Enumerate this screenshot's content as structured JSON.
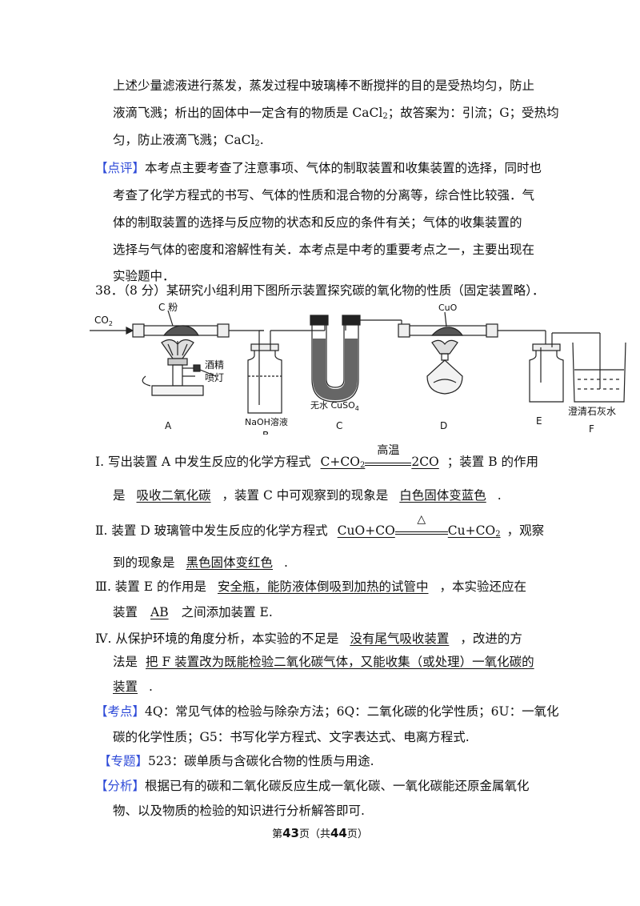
{
  "prev": {
    "l1": "上述少量滤液进行蒸发，蒸发过程中玻璃棒不断搅拌的目的是受热均匀，防止",
    "l2": "液滴飞溅；析出的固体中一定含有的物质是 CaCl",
    "l2s": "2",
    "l2b": "；故答案为：引流；G；受热均",
    "l3": "匀，防止液滴飞溅；CaCl",
    "l3s": "2",
    "l3b": "."
  },
  "comment": {
    "tag": "【点评】",
    "l1": "本考点主要考查了注意事项、气体的制取装置和收集装置的选择，同时也",
    "l2": "考查了化学方程式的书写、气体的性质和混合物的分离等，综合性比较强．气",
    "l3": "体的制取装置的选择与反应物的状态和反应的条件有关；气体的收集装置的",
    "l4": "选择与气体的密度和溶解性有关．本考点是中考的重要考点之一，主要出现在",
    "l5": "实验题中．"
  },
  "question": {
    "stem": "38．（8 分）某研究小组利用下图所示装置探究碳的氧化物的性质（固定装置略）．"
  },
  "diagram": {
    "co2_label": "CO",
    "co2_sub": "2",
    "c_powder": "C 粉",
    "lamp_l1": "酒精",
    "lamp_l2": "喷灯",
    "naoh": "NaOH溶液",
    "cuso4": "无水 CuSO",
    "cuso4_sub": "4",
    "cuo": "CuO",
    "limewater": "澄清石灰水",
    "letters": [
      "A",
      "B",
      "C",
      "D",
      "E",
      "F"
    ]
  },
  "answers": {
    "q1a": "Ⅰ. 写出装置 A 中发生反应的化学方程式",
    "q1_eq_left": "C+CO",
    "q1_eq_left_sub": "2",
    "q1_eq_cond": "高温",
    "q1_eq_right": "2CO",
    "q1b": "；装置 B 的作用",
    "q1c": "是",
    "q1_ans2": "吸收二氧化碳",
    "q1d": "，装置 C 中可观察到的现象是",
    "q1_ans3": "白色固体变蓝色",
    "q1e": ".",
    "q2a": "Ⅱ. 装置 D 玻璃管中发生反应的化学方程式",
    "q2_eq_left": "CuO+CO",
    "q2_eq_cond": "△",
    "q2_eq_right": "Cu+CO",
    "q2_eq_right_sub": "2",
    "q2b": "，观察",
    "q2c": "到的现象是",
    "q2_ans2": "黑色固体变红色",
    "q2d": ".",
    "q3a": "Ⅲ. 装置 E 的作用是",
    "q3_ans1": "安全瓶，能防液体倒吸到加热的试管中",
    "q3b": "，本实验还应在",
    "q3c": "装置",
    "q3_ans2": "AB",
    "q3d": "之间添加装置 E.",
    "q4a": "Ⅳ. 从保护环境的角度分析，本实验的不足是",
    "q4_ans1": "没有尾气吸收装置",
    "q4b": "，改进的方",
    "q4c": "法是",
    "q4_ans2a": "把 F 装置改为既能检验二氧化碳气体，又能收集（或处理）一氧化碳的",
    "q4_ans2b": "装置",
    "q4d": "."
  },
  "kaodian": {
    "tag": "【考点】",
    "l1": "4Q：常见气体的检验与除杂方法；6Q：二氧化碳的化学性质；6U：一氧化",
    "l2": "碳的化学性质；G5：书写化学方程式、文字表达式、电离方程式."
  },
  "zhuanti": {
    "tag": "【专题】",
    "text": "523：碳单质与含碳化合物的性质与用途."
  },
  "fenxi": {
    "tag": "【分析】",
    "l1": "根据已有的碳和二氧化碳反应生成一氧化碳、一氧化碳能还原金属氧化",
    "l2": "物、以及物质的检验的知识进行分析解答即可."
  },
  "footer": {
    "pre": "第",
    "page": "43",
    "mid": "页（共",
    "total": "44",
    "post": "页）"
  }
}
